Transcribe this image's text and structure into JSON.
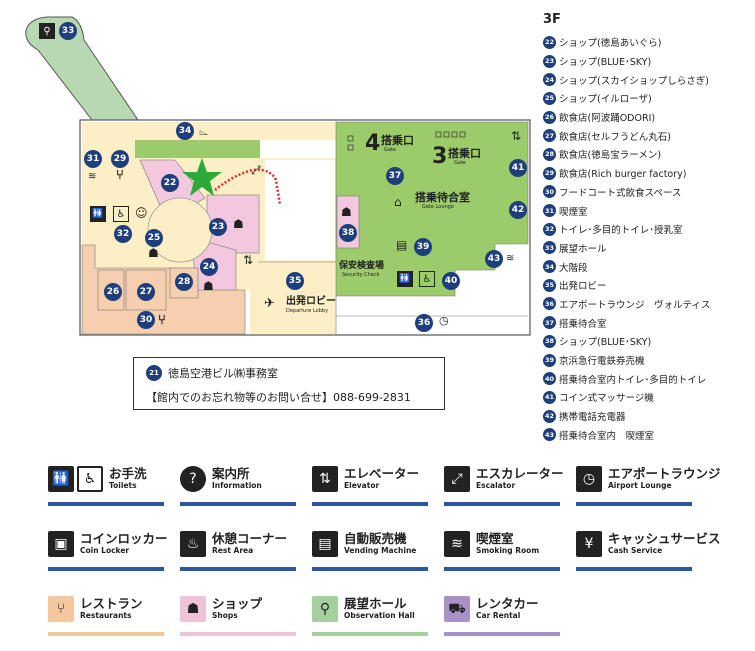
{
  "floor_label": "3F",
  "colors": {
    "gate_area": "#9ccc6a",
    "shops": "#f3c7dd",
    "restaurants": "#f6cfae",
    "public": "#fcefc5",
    "observation": "#b7d8b0",
    "badge": "#1e3e7c",
    "key_bar_blue": "#2a55a0",
    "key_bar_orange": "#f4c89e",
    "key_bar_pink": "#efc2d8",
    "key_bar_green": "#a6cfa0",
    "key_bar_purple": "#a692c7"
  },
  "map": {
    "gate4_num": "4",
    "gate4_label": "搭乗口",
    "gate4_sub": "Gate",
    "gate3_num": "3",
    "gate3_label": "搭乗口",
    "gate3_sub": "Gate",
    "gate_lounge_label": "搭乗待合室",
    "gate_lounge_sub": "Gate Lounge",
    "security_label": "保安検査場",
    "security_sub": "Security Check",
    "departure_label": "出発ロビー",
    "departure_sub": "Departure Lobby",
    "current_location_icon": "green-star-icon",
    "badges": {
      "n21": "21",
      "n22": "22",
      "n23": "23",
      "n24": "24",
      "n25": "25",
      "n26": "26",
      "n27": "27",
      "n28": "28",
      "n29": "29",
      "n30": "30",
      "n31": "31",
      "n32": "32",
      "n33": "33",
      "n34": "34",
      "n35": "35",
      "n36": "36",
      "n37": "37",
      "n38": "38",
      "n39": "39",
      "n40": "40",
      "n41": "41",
      "n42": "42",
      "n43": "43"
    }
  },
  "legend_items": [
    {
      "num": "22",
      "text": "ショップ(徳島あいぐら)"
    },
    {
      "num": "23",
      "text": "ショップ(BLUE･SKY)"
    },
    {
      "num": "24",
      "text": "ショップ(スカイショップしらさぎ)"
    },
    {
      "num": "25",
      "text": "ショップ(イルローザ)"
    },
    {
      "num": "26",
      "text": "飲食店(阿波踊ODORI)"
    },
    {
      "num": "27",
      "text": "飲食店(セルフうどん丸石)"
    },
    {
      "num": "28",
      "text": "飲食店(徳島宝ラーメン)"
    },
    {
      "num": "29",
      "text": "飲食店(Rich burger factory)"
    },
    {
      "num": "30",
      "text": "フードコート式飲食スペース"
    },
    {
      "num": "31",
      "text": "喫煙室"
    },
    {
      "num": "32",
      "text": "トイレ･多目的トイレ･授乳室"
    },
    {
      "num": "33",
      "text": "展望ホール"
    },
    {
      "num": "34",
      "text": "大階段"
    },
    {
      "num": "35",
      "text": "出発ロビー"
    },
    {
      "num": "36",
      "text": "エアポートラウンジ　ヴォルティス"
    },
    {
      "num": "37",
      "text": "搭乗待合室"
    },
    {
      "num": "38",
      "text": "ショップ(BLUE･SKY)"
    },
    {
      "num": "39",
      "text": "京浜急行電鉄券売機"
    },
    {
      "num": "40",
      "text": "搭乗待合室内トイレ･多目的トイレ"
    },
    {
      "num": "41",
      "text": "コイン式マッサージ機"
    },
    {
      "num": "42",
      "text": "携帯電話充電器"
    },
    {
      "num": "43",
      "text": "搭乗待合室内　喫煙室"
    }
  ],
  "office": {
    "num": "21",
    "name": "徳島空港ビル㈱事務室",
    "note": "【館内でのお忘れ物等のお問い合せ】088-699-2831"
  },
  "key": [
    {
      "jp": "お手洗",
      "en": "Toilets",
      "icons": [
        "toilet-icon",
        "wheelchair-icon"
      ],
      "glyphs": [
        "🚻",
        "♿"
      ],
      "bar": "blue"
    },
    {
      "jp": "案内所",
      "en": "Information",
      "icons": [
        "question-icon"
      ],
      "glyphs": [
        "?"
      ],
      "bar": "blue"
    },
    {
      "jp": "エレベーター",
      "en": "Elevator",
      "icons": [
        "elevator-icon"
      ],
      "glyphs": [
        "⇅"
      ],
      "bar": "blue"
    },
    {
      "jp": "エスカレーター",
      "en": "Escalator",
      "icons": [
        "escalator-icon"
      ],
      "glyphs": [
        "⤢"
      ],
      "bar": "blue"
    },
    {
      "jp": "エアポートラウンジ",
      "en": "Airport Lounge",
      "icons": [
        "lounge-icon"
      ],
      "glyphs": [
        "◷"
      ],
      "bar": "blue"
    },
    {
      "jp": "コインロッカー",
      "en": "Coin Locker",
      "icons": [
        "coin-locker-icon"
      ],
      "glyphs": [
        "▣"
      ],
      "bar": "blue"
    },
    {
      "jp": "休憩コーナー",
      "en": "Rest Area",
      "icons": [
        "rest-area-icon"
      ],
      "glyphs": [
        "♨"
      ],
      "bar": "blue"
    },
    {
      "jp": "自動販売機",
      "en": "Vending Machine",
      "icons": [
        "vending-machine-icon"
      ],
      "glyphs": [
        "▤"
      ],
      "bar": "blue"
    },
    {
      "jp": "喫煙室",
      "en": "Smoking Room",
      "icons": [
        "smoking-icon"
      ],
      "glyphs": [
        "≋"
      ],
      "bar": "blue"
    },
    {
      "jp": "キャッシュサービス",
      "en": "Cash Service",
      "icons": [
        "cash-service-icon"
      ],
      "glyphs": [
        "¥"
      ],
      "bar": "blue"
    },
    {
      "jp": "レストラン",
      "en": "Restaurants",
      "icons": [
        "restaurant-icon"
      ],
      "glyphs": [
        "⑂"
      ],
      "bar": "orange"
    },
    {
      "jp": "ショップ",
      "en": "Shops",
      "icons": [
        "shop-icon"
      ],
      "glyphs": [
        "☗"
      ],
      "bar": "pink"
    },
    {
      "jp": "展望ホール",
      "en": "Observation Hall",
      "icons": [
        "observation-hall-icon"
      ],
      "glyphs": [
        "⚲"
      ],
      "bar": "green"
    },
    {
      "jp": "レンタカー",
      "en": "Car Rental",
      "icons": [
        "car-rental-icon"
      ],
      "glyphs": [
        "⛟"
      ],
      "bar": "purple"
    }
  ]
}
